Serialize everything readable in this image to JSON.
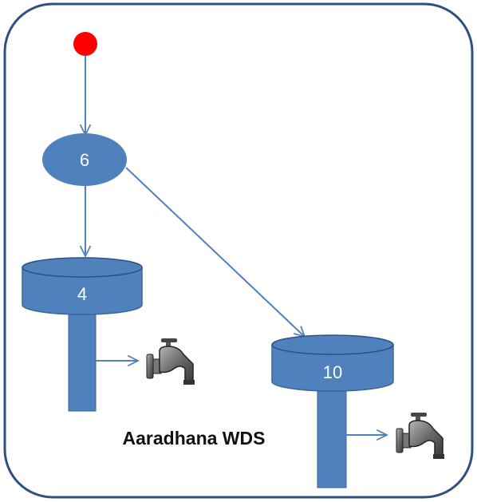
{
  "diagram": {
    "caption": "Aaradhana WDS",
    "source_node": {
      "color": "#ff0000"
    },
    "junction": {
      "label": "6",
      "color": "#4f81bd"
    },
    "tank_left": {
      "label": "4",
      "color": "#4f81bd"
    },
    "tank_right": {
      "label": "10",
      "color": "#4f81bd"
    },
    "frame_color": "#2f4f7f",
    "arrow_color": "#4f81bd",
    "tap_icon": "water-tap-icon"
  }
}
